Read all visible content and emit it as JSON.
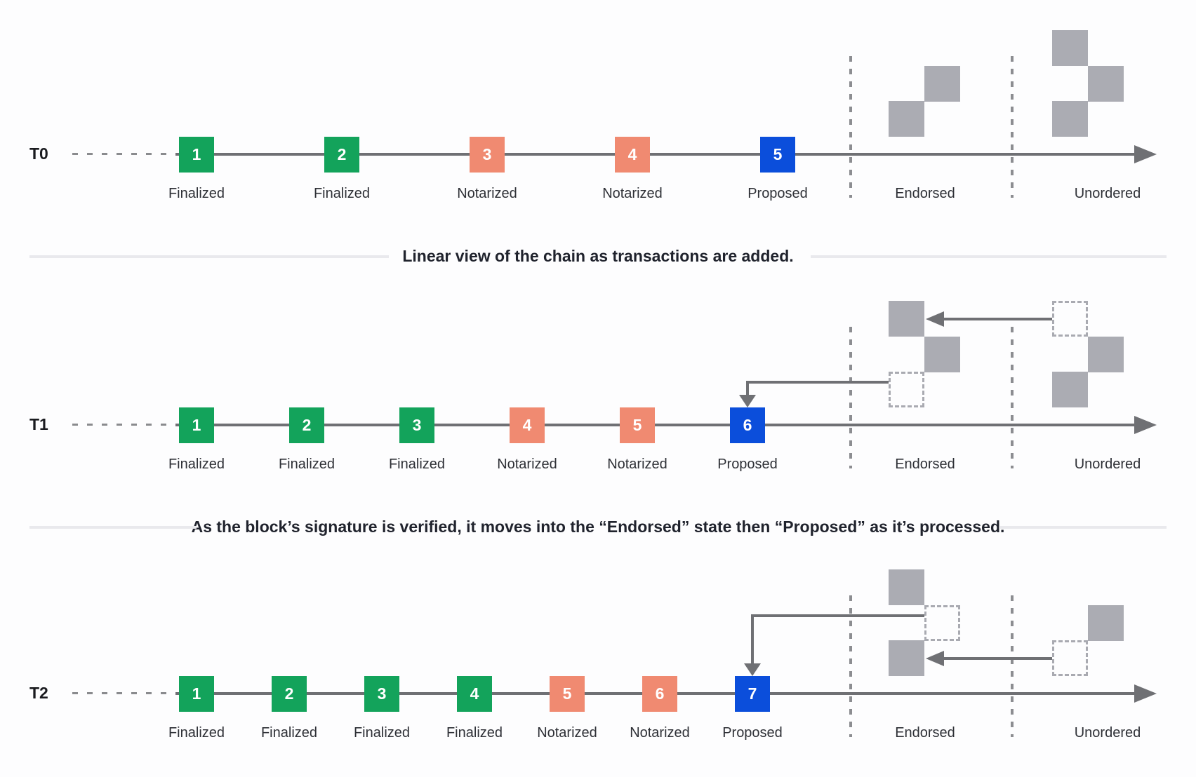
{
  "colors": {
    "finalized": "#13A35B",
    "notarized": "#F08A71",
    "proposed": "#0B4EDB",
    "ghost": "#ABACB3",
    "line": "#6F7074"
  },
  "zone_labels": {
    "endorsed": "Endorsed",
    "unordered": "Unordered"
  },
  "captions": [
    {
      "text": "Linear view of the chain as transactions are added."
    },
    {
      "text": "As the block’s signature is verified, it moves into the “Endorsed” state then “Proposed” as it’s processed."
    }
  ],
  "rows": [
    {
      "time_label": "T0",
      "blocks": [
        {
          "num": "1",
          "state": "finalized",
          "label": "Finalized"
        },
        {
          "num": "2",
          "state": "finalized",
          "label": "Finalized"
        },
        {
          "num": "3",
          "state": "notarized",
          "label": "Notarized"
        },
        {
          "num": "4",
          "state": "notarized",
          "label": "Notarized"
        },
        {
          "num": "5",
          "state": "proposed",
          "label": "Proposed"
        }
      ],
      "endorsed_cells": [
        {
          "col": 1,
          "row": 1,
          "style": "solid"
        },
        {
          "col": 0,
          "row": 2,
          "style": "solid"
        }
      ],
      "unordered_cells": [
        {
          "col": 0,
          "row": 0,
          "style": "solid"
        },
        {
          "col": 1,
          "row": 1,
          "style": "solid"
        },
        {
          "col": 0,
          "row": 2,
          "style": "solid"
        }
      ],
      "arrows": []
    },
    {
      "time_label": "T1",
      "blocks": [
        {
          "num": "1",
          "state": "finalized",
          "label": "Finalized"
        },
        {
          "num": "2",
          "state": "finalized",
          "label": "Finalized"
        },
        {
          "num": "3",
          "state": "finalized",
          "label": "Finalized"
        },
        {
          "num": "4",
          "state": "notarized",
          "label": "Notarized"
        },
        {
          "num": "5",
          "state": "notarized",
          "label": "Notarized"
        },
        {
          "num": "6",
          "state": "proposed",
          "label": "Proposed"
        }
      ],
      "endorsed_cells": [
        {
          "col": 0,
          "row": 0,
          "style": "solid"
        },
        {
          "col": 1,
          "row": 1,
          "style": "solid"
        },
        {
          "col": 0,
          "row": 2,
          "style": "dashed"
        }
      ],
      "unordered_cells": [
        {
          "col": 0,
          "row": 0,
          "style": "dashed"
        },
        {
          "col": 1,
          "row": 1,
          "style": "solid"
        },
        {
          "col": 0,
          "row": 2,
          "style": "solid"
        }
      ],
      "arrows": [
        {
          "kind": "zone-to-zone",
          "from": {
            "zone": "unordered",
            "col": 0,
            "row": 0
          },
          "to": {
            "zone": "endorsed",
            "col": 0,
            "row": 0
          }
        },
        {
          "kind": "zone-to-block",
          "from": {
            "zone": "endorsed",
            "col": 0,
            "row": 2
          },
          "to_block_index": 5
        }
      ]
    },
    {
      "time_label": "T2",
      "blocks": [
        {
          "num": "1",
          "state": "finalized",
          "label": "Finalized"
        },
        {
          "num": "2",
          "state": "finalized",
          "label": "Finalized"
        },
        {
          "num": "3",
          "state": "finalized",
          "label": "Finalized"
        },
        {
          "num": "4",
          "state": "finalized",
          "label": "Finalized"
        },
        {
          "num": "5",
          "state": "notarized",
          "label": "Notarized"
        },
        {
          "num": "6",
          "state": "notarized",
          "label": "Notarized"
        },
        {
          "num": "7",
          "state": "proposed",
          "label": "Proposed"
        }
      ],
      "endorsed_cells": [
        {
          "col": 0,
          "row": 0,
          "style": "solid"
        },
        {
          "col": 1,
          "row": 1,
          "style": "dashed"
        },
        {
          "col": 0,
          "row": 2,
          "style": "solid"
        }
      ],
      "unordered_cells": [
        {
          "col": 1,
          "row": 1,
          "style": "solid"
        },
        {
          "col": 0,
          "row": 2,
          "style": "dashed"
        }
      ],
      "arrows": [
        {
          "kind": "zone-to-zone",
          "from": {
            "zone": "unordered",
            "col": 0,
            "row": 2
          },
          "to": {
            "zone": "endorsed",
            "col": 0,
            "row": 2
          }
        },
        {
          "kind": "zone-to-block",
          "from": {
            "zone": "endorsed",
            "col": 1,
            "row": 1
          },
          "to_block_index": 6
        }
      ]
    }
  ]
}
